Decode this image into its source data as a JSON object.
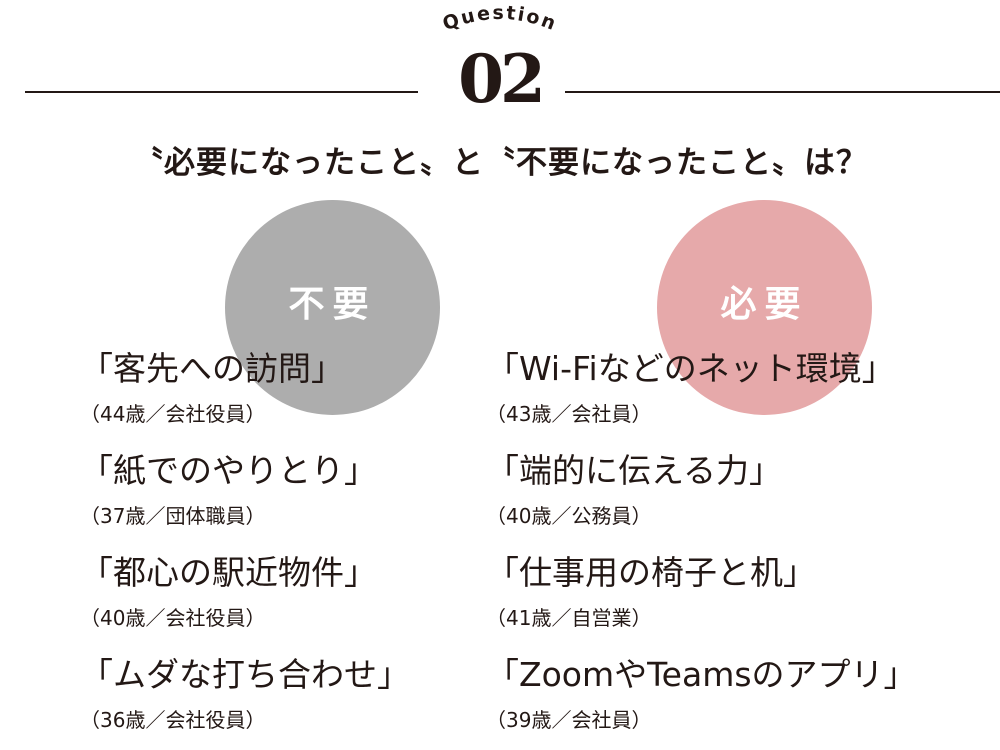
{
  "header": {
    "label": "Question",
    "number": "02",
    "headline": "〝必要になったこと〟と〝不要になったこと〟は？"
  },
  "colors": {
    "gray_circle": "#adadad",
    "pink_circle": "#e6a9aa",
    "text": "#231815"
  },
  "left": {
    "label": "不要",
    "items": [
      {
        "title": "「客先への訪問」",
        "sub": "（44歳／会社役員）"
      },
      {
        "title": "「紙でのやりとり」",
        "sub": "（37歳／団体職員）"
      },
      {
        "title": "「都心の駅近物件」",
        "sub": "（40歳／会社役員）"
      },
      {
        "title": "「ムダな打ち合わせ」",
        "sub": "（36歳／会社役員）"
      }
    ]
  },
  "right": {
    "label": "必要",
    "items": [
      {
        "title": "「Wi-Fiなどのネット環境」",
        "sub": "（43歳／会社員）"
      },
      {
        "title": "「端的に伝える力」",
        "sub": "（40歳／公務員）"
      },
      {
        "title": "「仕事用の椅子と机」",
        "sub": "（41歳／自営業）"
      },
      {
        "title": "「ZoomやTeamsのアプリ」",
        "sub": "（39歳／会社員）"
      }
    ]
  }
}
